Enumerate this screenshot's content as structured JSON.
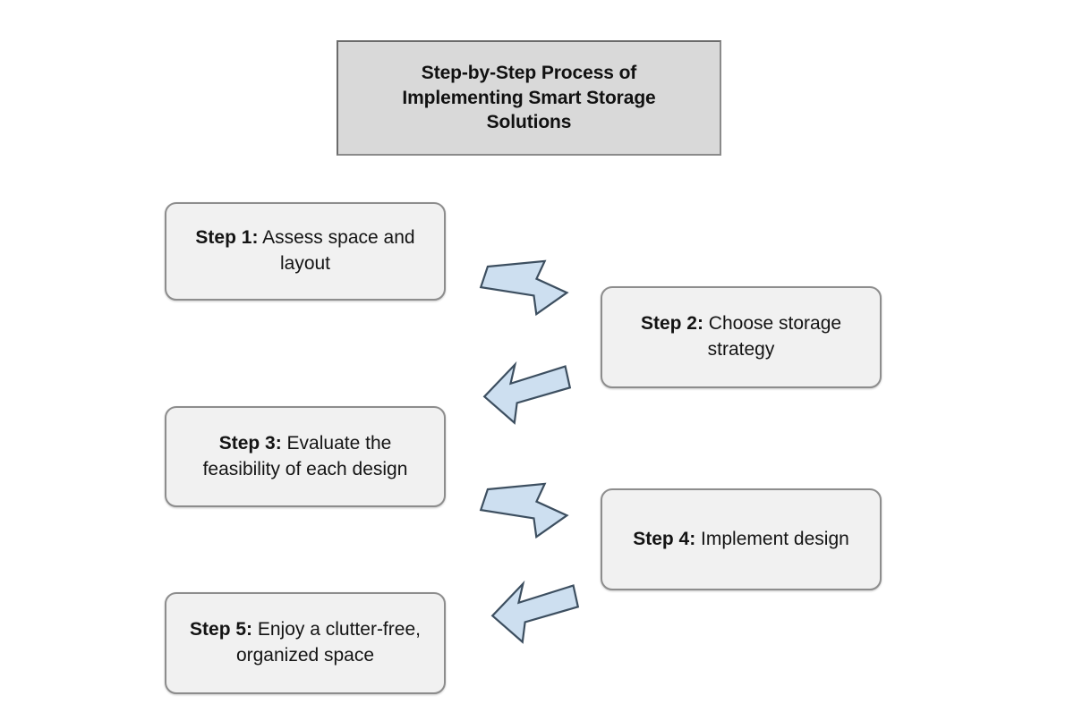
{
  "diagram": {
    "type": "flowchart",
    "background_color": "#ffffff",
    "title": {
      "text": "Step-by-Step Process of Implementing Smart Storage Solutions",
      "multiline": "Step-by-Step Process of\nImplementing Smart Storage\nSolutions",
      "fill_color": "#d9d9d9",
      "border_color": "#6b6b6b"
    },
    "node_style": {
      "fill_color": "#f1f1f1",
      "border_color": "#8d8d8d",
      "text_color": "#141414"
    },
    "arrow_style": {
      "fill_color": "#cddff0",
      "border_color": "#3d4f60"
    },
    "steps": [
      {
        "id": "step-1",
        "label": "Step 1:",
        "description": "Assess space and layout",
        "side": "left"
      },
      {
        "id": "step-2",
        "label": "Step 2:",
        "description": "Choose storage strategy",
        "side": "right"
      },
      {
        "id": "step-3",
        "label": "Step 3:",
        "description": "Evaluate the feasibility of each design",
        "side": "left"
      },
      {
        "id": "step-4",
        "label": "Step 4:",
        "description": "Implement design",
        "side": "right"
      },
      {
        "id": "step-5",
        "label": "Step 5:",
        "description": "Enjoy a clutter-free, organized space",
        "side": "left"
      }
    ],
    "connectors": [
      {
        "id": "arrow-1",
        "from": "step-1",
        "to": "step-2",
        "direction": "down-right"
      },
      {
        "id": "arrow-2",
        "from": "step-2",
        "to": "step-3",
        "direction": "down-left"
      },
      {
        "id": "arrow-3",
        "from": "step-3",
        "to": "step-4",
        "direction": "down-right"
      },
      {
        "id": "arrow-4",
        "from": "step-4",
        "to": "step-5",
        "direction": "down-left"
      }
    ]
  }
}
